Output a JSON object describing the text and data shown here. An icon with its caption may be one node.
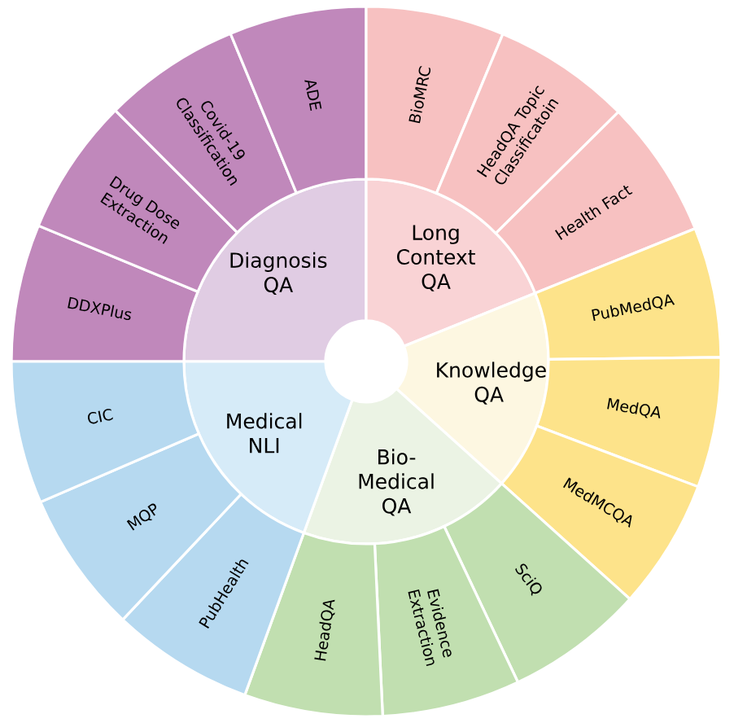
{
  "diagram": {
    "nodes": [
      {
        "text": [
          "Diagnosis QA"
        ]
      },
      {
        "text": [
          "Long Context QA"
        ]
      },
      {
        "text": [
          "Knowledge QA"
        ]
      },
      {
        "text": [
          "Bio-Medical QA"
        ]
      },
      {
        "text": [
          "Medical NLI"
        ]
      },
      {
        "text": [
          "DDXPlus"
        ]
      },
      {
        "text": [
          "Drug Dose Extraction"
        ]
      },
      {
        "text": [
          "Covid-19 Classification"
        ]
      },
      {
        "text": [
          "ADE"
        ]
      },
      {
        "text": [
          "BioMRC"
        ]
      },
      {
        "text": [
          "HeadQA Topic Classificatoin"
        ]
      },
      {
        "text": [
          "Health Fact"
        ]
      },
      {
        "text": [
          "PubMedQA"
        ]
      },
      {
        "text": [
          "MedQA"
        ]
      },
      {
        "text": [
          "MedMCQA"
        ]
      },
      {
        "text": [
          "SciQ"
        ]
      },
      {
        "text": [
          "Evidence Extraction"
        ]
      },
      {
        "text": [
          "HeadQA"
        ]
      },
      {
        "text": [
          "PubHealth"
        ]
      },
      {
        "text": [
          "MQP"
        ]
      },
      {
        "text": [
          "CIC"
        ]
      }
    ]
  }
}
